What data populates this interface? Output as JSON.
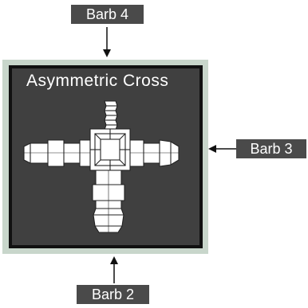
{
  "panel": {
    "title": "Asymmetric  Cross"
  },
  "callouts": {
    "top": "Barb 4",
    "right": "Barb 3",
    "bottom": "Barb 2"
  },
  "colors": {
    "outer_frame": "#c8d6cb",
    "inner_border": "#111111",
    "panel_background": "#404040",
    "label_background": "#4a4a4a",
    "part_fill": "#ffffff",
    "part_outline": "#222222"
  }
}
